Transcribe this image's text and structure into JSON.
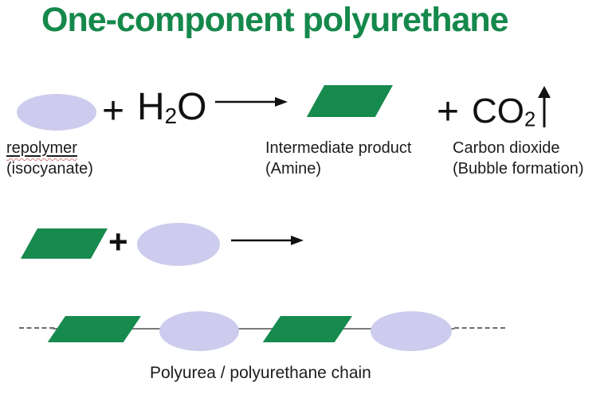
{
  "slide": {
    "title": "One-component polyurethane",
    "colors": {
      "title_green": "#15884b",
      "shape_green": "#178a4e",
      "shape_lavender": "#cdccee",
      "text_black": "#1c1c1c",
      "chain_line_gray": "#7a7a7a",
      "spellcheck_red": "#d97e7e"
    },
    "shapes_legend": {
      "ellipse_meaning": "prepolymer (isocyanate) unit",
      "parallelogram_meaning": "intermediate product (amine) unit"
    },
    "reaction1": {
      "plus_1": "+",
      "water": {
        "h": "H",
        "sub": "2",
        "o": "O"
      },
      "plus_2": "+",
      "co2": {
        "co": "CO",
        "sub": "2"
      },
      "reactant_label_line1": "repolymer",
      "reactant_label_line2": "(isocyanate)",
      "intermediate_label_line1": "Intermediate product",
      "intermediate_label_line2": "(Amine)",
      "co2_label_line1": "Carbon dioxide",
      "co2_label_line2": "(Bubble formation)"
    },
    "reaction2": {
      "plus": "+"
    },
    "chain": {
      "caption": "Polyurea / polyurethane chain"
    }
  }
}
